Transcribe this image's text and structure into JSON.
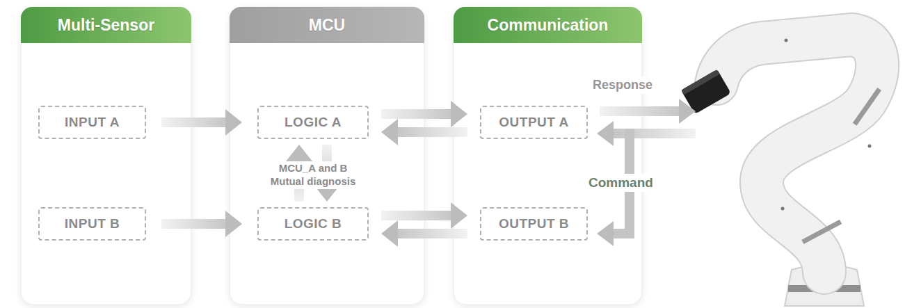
{
  "diagram": {
    "nodes": [
      {
        "text": [
          "Multi-Sensor"
        ]
      },
      {
        "text": [
          "INPUT A"
        ],
        "in": 0
      },
      {
        "text": [
          "INPUT B"
        ],
        "in": 0
      },
      {
        "text": [
          "MCU"
        ]
      },
      {
        "text": [
          "LOGIC A"
        ],
        "in": 3
      },
      {
        "text": [
          "LOGIC B"
        ],
        "in": 3
      },
      {
        "text": [
          "Communication"
        ]
      },
      {
        "text": [
          "OUTPUT A"
        ],
        "in": 6
      },
      {
        "text": [
          "OUTPUT B"
        ],
        "in": 6
      }
    ],
    "edges": [
      {
        "from": 1,
        "to": 4,
        "arrow": "to"
      },
      {
        "from": 4,
        "to": 7,
        "arrow": "to"
      },
      {
        "from": 7,
        "to": 4,
        "arrow": "to"
      },
      {
        "from": 2,
        "to": 5,
        "arrow": "to"
      },
      {
        "from": 5,
        "to": 8,
        "arrow": "to"
      },
      {
        "from": 8,
        "to": 5,
        "arrow": "to"
      },
      {
        "from": 4,
        "to": 5,
        "arrow": "to"
      },
      {
        "from": 5,
        "to": 4,
        "arrow": "to"
      }
    ],
    "labels": [
      "MCU_A and B Mutual diagnosis",
      "Response",
      "Command"
    ]
  }
}
